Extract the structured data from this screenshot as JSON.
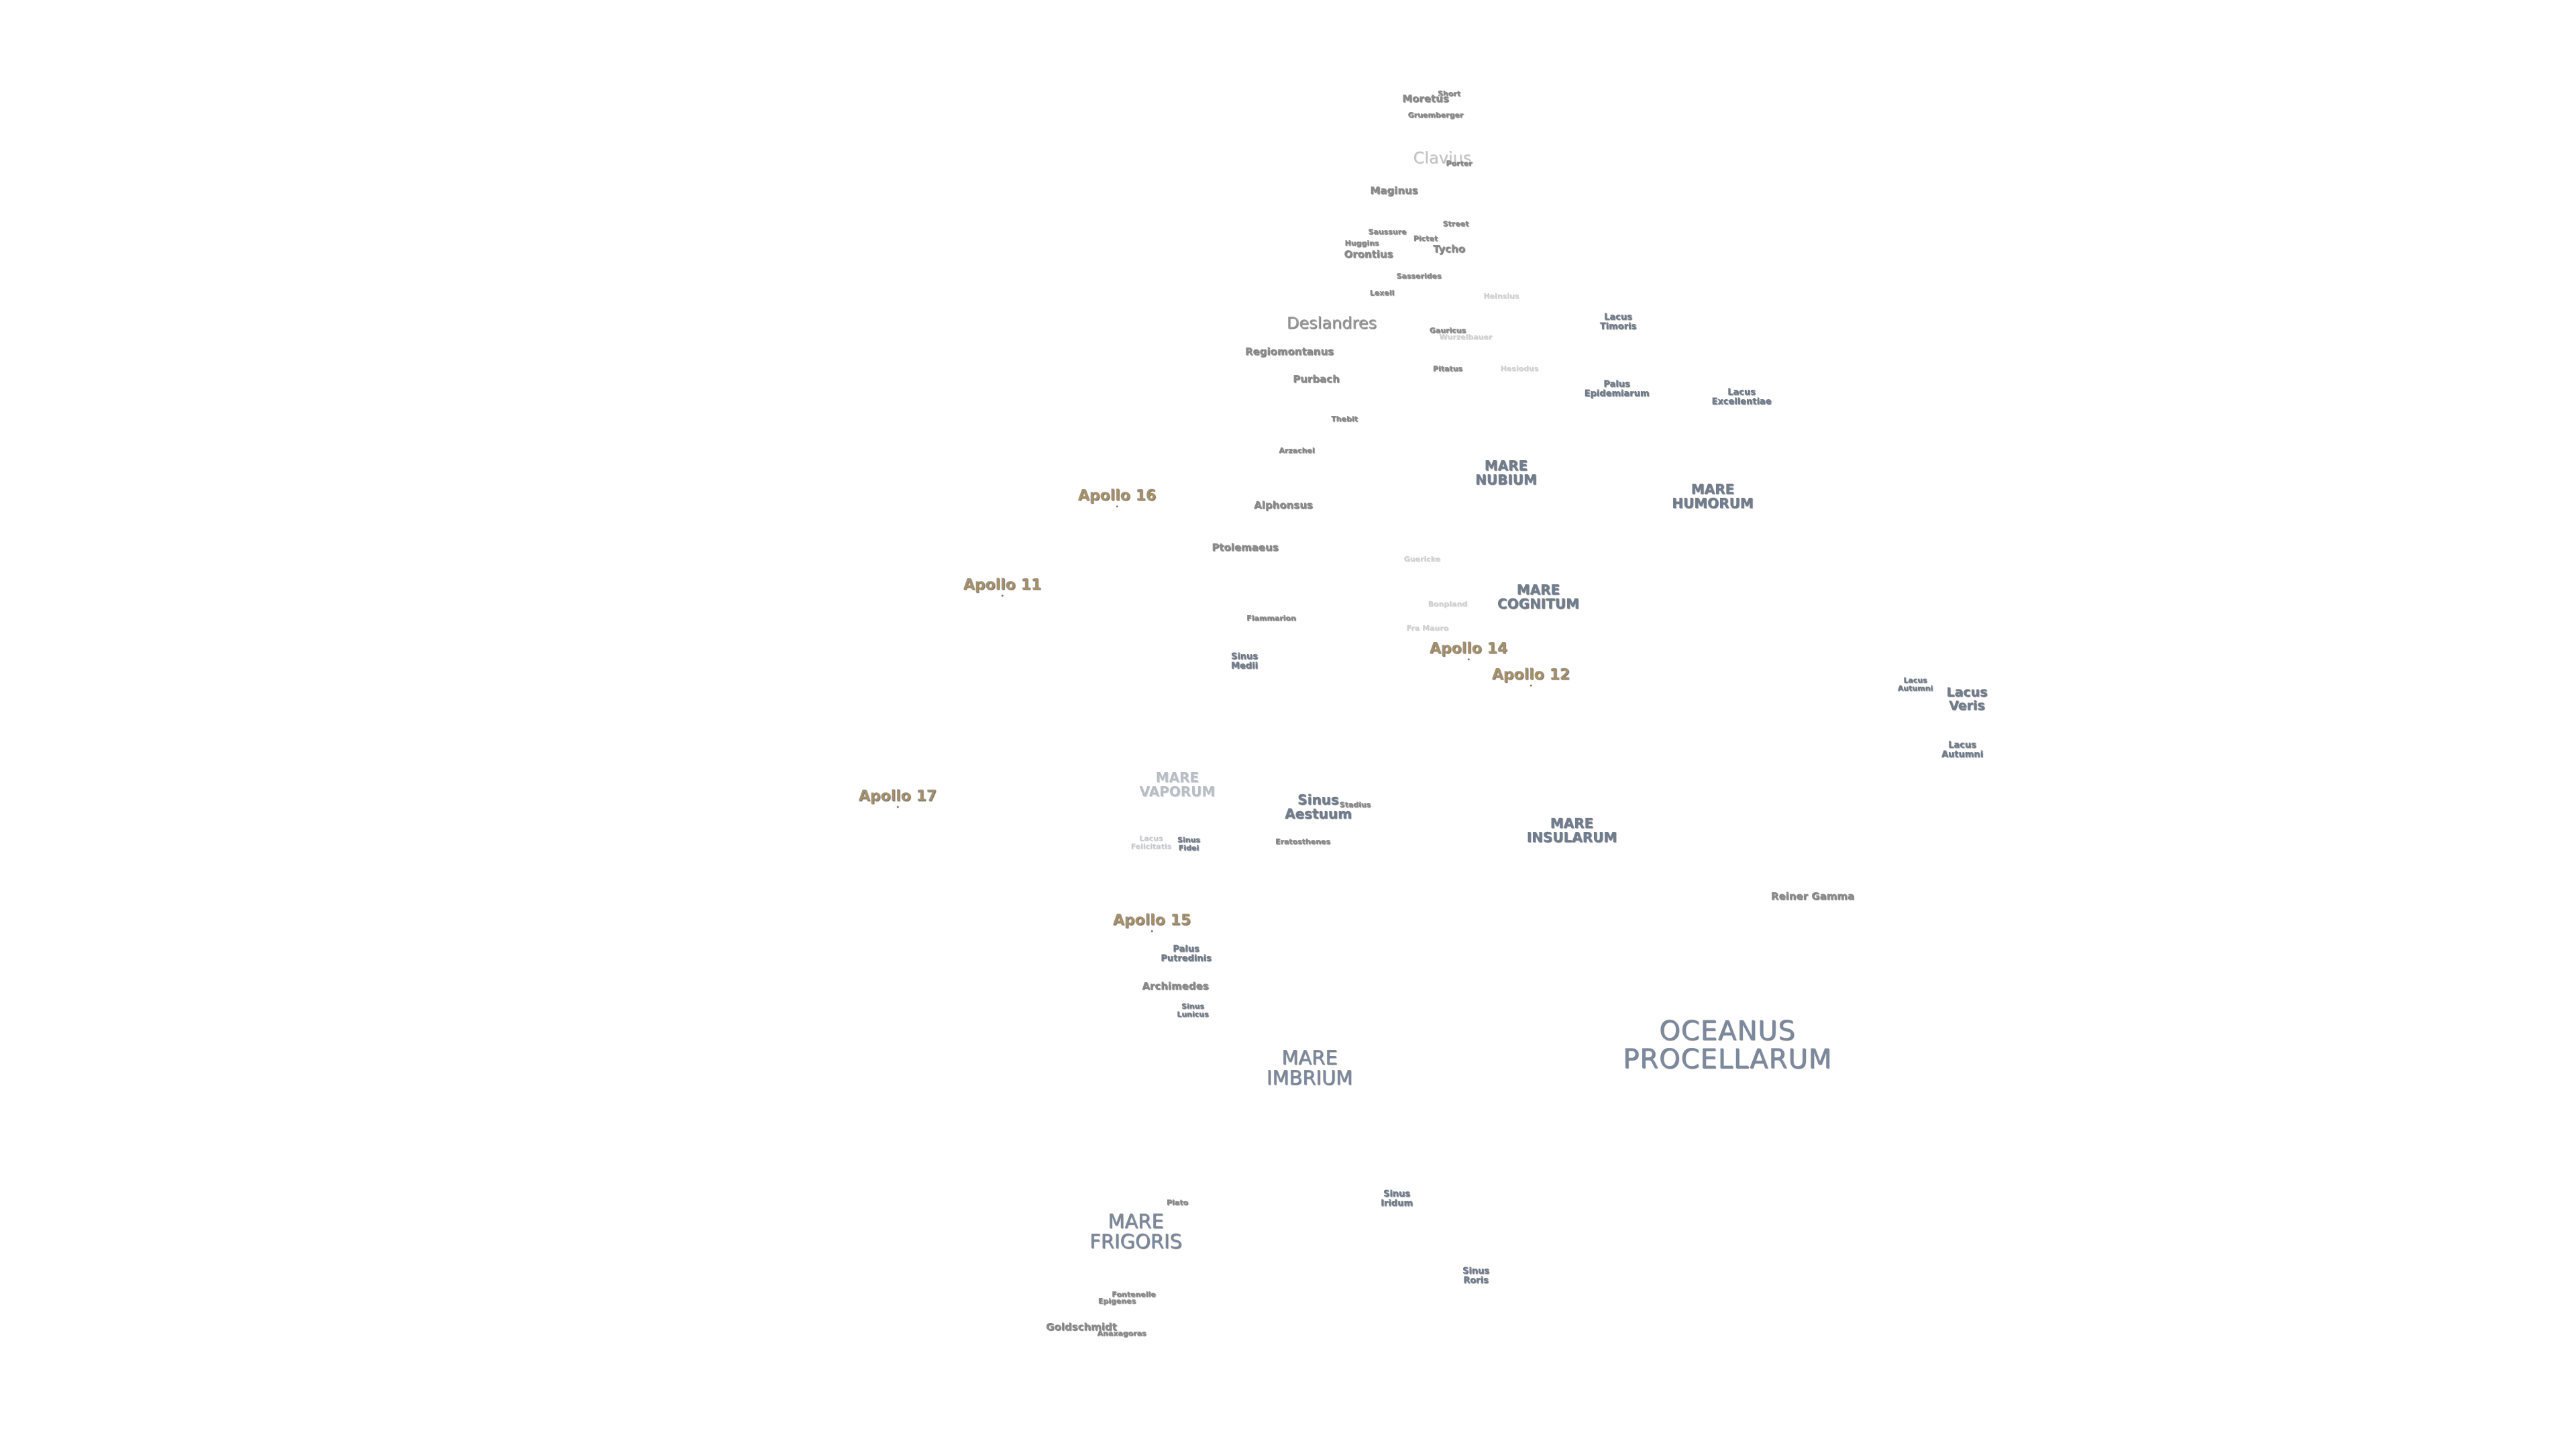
{
  "labels": [
    {
      "id": "short",
      "lines": [
        "Short"
      ],
      "cls": "crater tiny"
    },
    {
      "id": "moretus",
      "lines": [
        "Moretus"
      ],
      "cls": "crater"
    },
    {
      "id": "gruemberger",
      "lines": [
        "Gruemberger"
      ],
      "cls": "crater tiny"
    },
    {
      "id": "clavius",
      "lines": [
        "Clavius"
      ],
      "cls": "crater big faint"
    },
    {
      "id": "porter",
      "lines": [
        "Porter"
      ],
      "cls": "crater tiny"
    },
    {
      "id": "maginus",
      "lines": [
        "Maginus"
      ],
      "cls": "crater"
    },
    {
      "id": "street",
      "lines": [
        "Street"
      ],
      "cls": "crater tiny"
    },
    {
      "id": "saussure",
      "lines": [
        "Saussure"
      ],
      "cls": "crater tiny"
    },
    {
      "id": "pictet",
      "lines": [
        "Pictet"
      ],
      "cls": "crater tiny"
    },
    {
      "id": "huggins",
      "lines": [
        "Huggins"
      ],
      "cls": "crater tiny"
    },
    {
      "id": "orontius",
      "lines": [
        "Orontius"
      ],
      "cls": "crater"
    },
    {
      "id": "tycho",
      "lines": [
        "Tycho"
      ],
      "cls": "crater"
    },
    {
      "id": "sasserides",
      "lines": [
        "Sasserides"
      ],
      "cls": "crater tiny"
    },
    {
      "id": "lexell",
      "lines": [
        "Lexell"
      ],
      "cls": "crater tiny"
    },
    {
      "id": "heinsius",
      "lines": [
        "Heinsius"
      ],
      "cls": "crater tiny faint"
    },
    {
      "id": "deslandres",
      "lines": [
        "Deslandres"
      ],
      "cls": "crater big"
    },
    {
      "id": "gauricus",
      "lines": [
        "Gauricus"
      ],
      "cls": "crater tiny"
    },
    {
      "id": "wurzelbauer",
      "lines": [
        "Wurzelbauer"
      ],
      "cls": "crater tiny faint"
    },
    {
      "id": "regiomontanus",
      "lines": [
        "Regiomontanus"
      ],
      "cls": "crater"
    },
    {
      "id": "pitatus",
      "lines": [
        "Pitatus"
      ],
      "cls": "crater tiny"
    },
    {
      "id": "hesiodus",
      "lines": [
        "Hesiodus"
      ],
      "cls": "crater tiny faint"
    },
    {
      "id": "purbach",
      "lines": [
        "Purbach"
      ],
      "cls": "crater"
    },
    {
      "id": "thebit",
      "lines": [
        "Thebit"
      ],
      "cls": "crater tiny"
    },
    {
      "id": "arzachel",
      "lines": [
        "Arzachel"
      ],
      "cls": "crater tiny"
    },
    {
      "id": "alphonsus",
      "lines": [
        "Alphonsus"
      ],
      "cls": "crater"
    },
    {
      "id": "ptolemaeus",
      "lines": [
        "Ptolemaeus"
      ],
      "cls": "crater"
    },
    {
      "id": "guericke",
      "lines": [
        "Guericke"
      ],
      "cls": "crater tiny faint"
    },
    {
      "id": "bonpland",
      "lines": [
        "Bonpland"
      ],
      "cls": "crater tiny faint"
    },
    {
      "id": "flammarion",
      "lines": [
        "Flammarion"
      ],
      "cls": "crater tiny"
    },
    {
      "id": "fra-mauro",
      "lines": [
        "Fra Mauro"
      ],
      "cls": "crater tiny faint"
    },
    {
      "id": "eratosthenes",
      "lines": [
        "Eratosthenes"
      ],
      "cls": "crater tiny"
    },
    {
      "id": "stadius",
      "lines": [
        "Stadius"
      ],
      "cls": "crater tiny"
    },
    {
      "id": "archimedes",
      "lines": [
        "Archimedes"
      ],
      "cls": "crater"
    },
    {
      "id": "reiner-gamma",
      "lines": [
        "Reiner Gamma"
      ],
      "cls": "crater"
    },
    {
      "id": "plato",
      "lines": [
        "Plato"
      ],
      "cls": "crater tiny"
    },
    {
      "id": "fontenelle",
      "lines": [
        "Fontenelle"
      ],
      "cls": "crater tiny"
    },
    {
      "id": "epigenes",
      "lines": [
        "Epigenes"
      ],
      "cls": "crater tiny"
    },
    {
      "id": "goldschmidt",
      "lines": [
        "Goldschmidt"
      ],
      "cls": "crater"
    },
    {
      "id": "anaxagoras",
      "lines": [
        "Anaxagoras"
      ],
      "cls": "crater tiny"
    },
    {
      "id": "lacus-timoris",
      "lines": [
        "Lacus",
        "Timoris"
      ],
      "cls": "lake"
    },
    {
      "id": "palus-epidemiarum",
      "lines": [
        "Palus",
        "Epidemiarum"
      ],
      "cls": "lake"
    },
    {
      "id": "lacus-excellentiae",
      "lines": [
        "Lacus",
        "Excellentiae"
      ],
      "cls": "lake"
    },
    {
      "id": "mare-nubium",
      "lines": [
        "MARE",
        "NUBIUM"
      ],
      "cls": "sea"
    },
    {
      "id": "mare-humorum",
      "lines": [
        "MARE",
        "HUMORUM"
      ],
      "cls": "sea"
    },
    {
      "id": "mare-cognitum",
      "lines": [
        "MARE",
        "COGNITUM"
      ],
      "cls": "sea"
    },
    {
      "id": "sinus-medii",
      "lines": [
        "Sinus",
        "Medii"
      ],
      "cls": "lake"
    },
    {
      "id": "lacus-autumni-small",
      "lines": [
        "Lacus",
        "Autumni"
      ],
      "cls": "lake small"
    },
    {
      "id": "lacus-veris",
      "lines": [
        "Lacus",
        "Veris"
      ],
      "cls": "lake mid"
    },
    {
      "id": "lacus-autumni",
      "lines": [
        "Lacus",
        "Autumni"
      ],
      "cls": "lake"
    },
    {
      "id": "mare-vaporum",
      "lines": [
        "MARE",
        "VAPORUM"
      ],
      "cls": "sea faint"
    },
    {
      "id": "sinus-aestuum",
      "lines": [
        "Sinus",
        "Aestuum"
      ],
      "cls": "sea"
    },
    {
      "id": "lacus-felicitatis",
      "lines": [
        "Lacus",
        "Felicitatis"
      ],
      "cls": "lake small faint"
    },
    {
      "id": "sinus-fidei",
      "lines": [
        "Sinus",
        "Fidei"
      ],
      "cls": "lake small"
    },
    {
      "id": "mare-insularum",
      "lines": [
        "MARE",
        "INSULARUM"
      ],
      "cls": "sea"
    },
    {
      "id": "palus-putredinis",
      "lines": [
        "Palus",
        "Putredinis"
      ],
      "cls": "lake"
    },
    {
      "id": "sinus-lunicus",
      "lines": [
        "Sinus",
        "Lunicus"
      ],
      "cls": "lake small"
    },
    {
      "id": "oceanus-procellarum",
      "lines": [
        "OCEANUS",
        "PROCELLARUM"
      ],
      "cls": "ocean"
    },
    {
      "id": "mare-imbrium",
      "lines": [
        "MARE",
        "IMBRIUM"
      ],
      "cls": "mare-big"
    },
    {
      "id": "sinus-iridum",
      "lines": [
        "Sinus",
        "Iridum"
      ],
      "cls": "lake"
    },
    {
      "id": "mare-frigoris",
      "lines": [
        "MARE",
        "FRIGORIS"
      ],
      "cls": "mare-big"
    },
    {
      "id": "sinus-roris",
      "lines": [
        "Sinus",
        "Roris"
      ],
      "cls": "lake"
    },
    {
      "id": "apollo-16",
      "lines": [
        "Apollo 16"
      ],
      "cls": "apollo"
    },
    {
      "id": "apollo-11",
      "lines": [
        "Apollo 11"
      ],
      "cls": "apollo"
    },
    {
      "id": "apollo-14",
      "lines": [
        "Apollo 14"
      ],
      "cls": "apollo"
    },
    {
      "id": "apollo-12",
      "lines": [
        "Apollo 12"
      ],
      "cls": "apollo"
    },
    {
      "id": "apollo-17",
      "lines": [
        "Apollo 17"
      ],
      "cls": "apollo"
    },
    {
      "id": "apollo-15",
      "lines": [
        "Apollo 15"
      ],
      "cls": "apollo"
    }
  ]
}
